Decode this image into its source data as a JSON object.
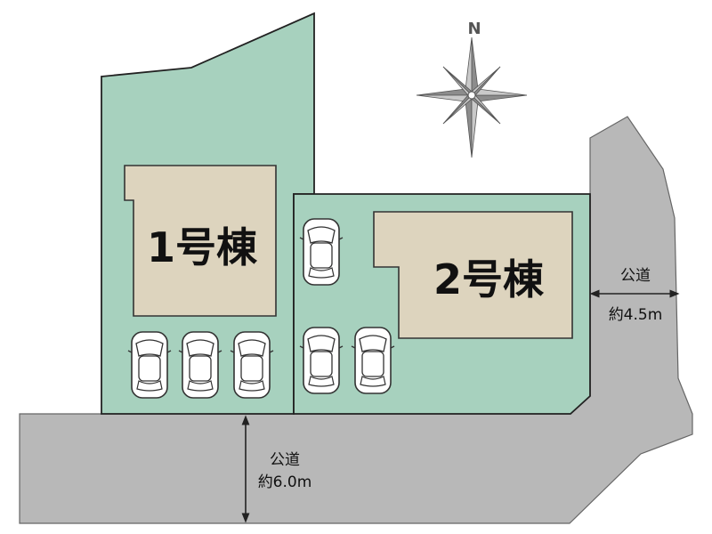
{
  "colors": {
    "lot": "#a7d1be",
    "building": "#ddd4be",
    "road": "#b8b8b8",
    "outline": "#222222",
    "car_body": "#ffffff",
    "compass": "#8c8c8c"
  },
  "compass": {
    "north_label": "N",
    "icon": "compass-rose-icon"
  },
  "buildings": [
    {
      "label": "1号棟"
    },
    {
      "label": "2号棟"
    }
  ],
  "roads": {
    "south": {
      "name": "公道",
      "width": "約6.0m"
    },
    "east": {
      "name": "公道",
      "width": "約4.5m"
    }
  },
  "parking": {
    "lot1_spaces": 3,
    "lot2_spaces": 3
  }
}
